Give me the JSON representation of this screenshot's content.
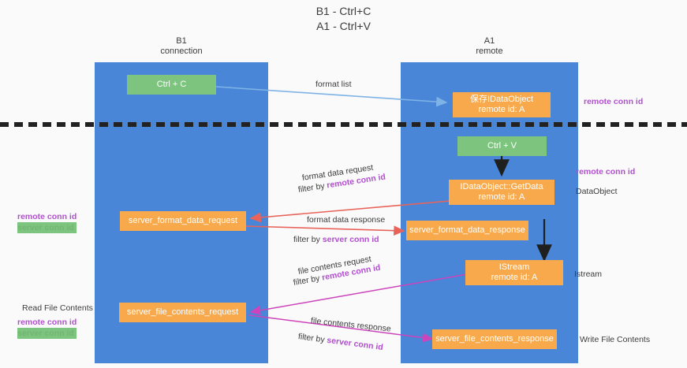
{
  "title": {
    "line1": "B1 - Ctrl+C",
    "line2": "A1 - Ctrl+V"
  },
  "columns": [
    {
      "name": "B1",
      "role": "connection"
    },
    {
      "name": "A1",
      "role": "remote"
    }
  ],
  "nodes": {
    "ctrl_c": {
      "line1": "Ctrl + C",
      "line2": "",
      "color": "#7dc47f"
    },
    "idataobject": {
      "line1": "保存IDataObject",
      "line2": "remote id: A",
      "color": "#f7a94b"
    },
    "ctrl_v": {
      "line1": "Ctrl + V",
      "line2": "",
      "color": "#7dc47f"
    },
    "getdata": {
      "line1": "IDataObject::GetData",
      "line2": "remote id: A",
      "color": "#f7a94b"
    },
    "fmt_req": {
      "line1": "server_format_data_request",
      "line2": "",
      "color": "#f7a94b"
    },
    "fmt_resp": {
      "line1": "server_format_data_response",
      "line2": "",
      "color": "#f7a94b"
    },
    "istream": {
      "line1": "IStream",
      "line2": "remote id: A",
      "color": "#f7a94b"
    },
    "file_req": {
      "line1": "server_file_contents_request",
      "line2": "",
      "color": "#f7a94b"
    },
    "file_resp": {
      "line1": "server_file_contents_response",
      "line2": "",
      "color": "#f7a94b"
    }
  },
  "edge_labels": {
    "format_list": {
      "top": "format list",
      "bottom": ""
    },
    "fmt_data_request": {
      "top": "format data request",
      "bottom_prefix": "filter by ",
      "bottom_key": "remote conn id"
    },
    "fmt_data_response": {
      "top": "format data response",
      "bottom_prefix": "filter by ",
      "bottom_key": "server conn id"
    },
    "file_contents_request": {
      "top": "file contents request",
      "bottom_prefix": "filter by ",
      "bottom_key": "remote conn id"
    },
    "file_contents_response": {
      "top": "file contents response",
      "bottom_prefix": "filter by ",
      "bottom_key": "server conn id"
    }
  },
  "annotations": {
    "right_top": "remote conn id",
    "right_getdata": "remote conn id",
    "right_dataobject": "DataObject",
    "right_istream": "Istream",
    "right_write": "Write File Contents",
    "left_read": "Read File Contents",
    "left_conn_remote": "remote conn id",
    "left_conn_server": "server conn id",
    "left2_conn_remote": "remote conn id",
    "left2_conn_server": "server conn id"
  },
  "colors": {
    "lane": "#4a86d8",
    "green_node": "#7dc47f",
    "orange_node": "#f7a94b",
    "purple_text": "#b24fd0",
    "green_text": "#73b573",
    "red_arrow": "#e8645a",
    "magenta_arrow": "#cc44bb",
    "blue_arrow": "#7fb2e5",
    "dark_arrow": "#1f1f1f",
    "background": "#fafafa"
  }
}
